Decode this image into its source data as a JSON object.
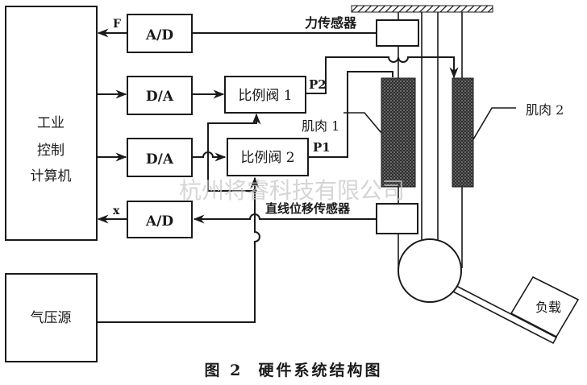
{
  "blocks": {
    "computer": [
      "工业",
      "控制",
      "计算机"
    ],
    "ad_force": "A/D",
    "da_1": "D/A",
    "da_2": "D/A",
    "ad_disp": "A/D",
    "valve_1": "比例阀 1",
    "valve_2": "比例阀 2",
    "air_source": "气压源",
    "load": "负载"
  },
  "signals": {
    "force": "F",
    "displacement": "x",
    "p1": "P1",
    "p2": "P2"
  },
  "labels": {
    "force_sensor": "力传感器",
    "muscle_1": "肌肉 1",
    "muscle_2": "肌肉 2",
    "linear_sensor": "直线位移传感器"
  },
  "caption": "图 2  硬件系统结构图",
  "watermark": "杭州将睿科技有限公司",
  "colors": {
    "ink": "#1a1a1a",
    "muscle_fill": "#3a3a3a",
    "watermark": "#c8c8c8"
  }
}
